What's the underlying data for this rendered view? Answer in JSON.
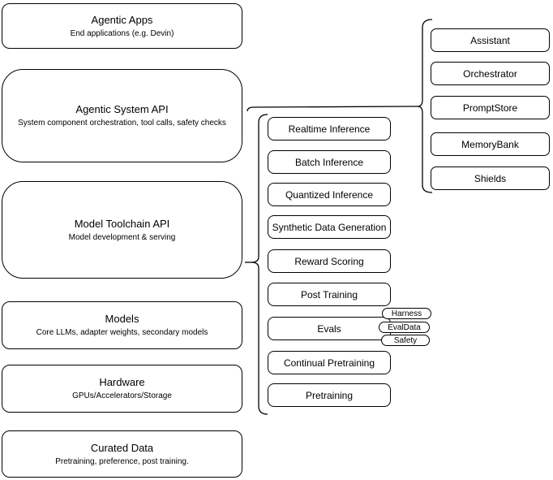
{
  "diagram": {
    "background": "#ffffff",
    "stroke_color": "#000000",
    "node_fill": "#ffffff",
    "stack_boxes": [
      {
        "title": "Agentic Apps",
        "subtitle": "End applications (e.g. Devin)"
      },
      {
        "title": "Agentic System API",
        "subtitle": "System component orchestration, tool calls, safety checks"
      },
      {
        "title": "Model Toolchain API",
        "subtitle": "Model development & serving"
      },
      {
        "title": "Models",
        "subtitle": "Core LLMs, adapter weights, secondary models"
      },
      {
        "title": "Hardware",
        "subtitle": "GPUs/Accelerators/Storage"
      },
      {
        "title": "Curated Data",
        "subtitle": "Pretraining, preference, post training."
      }
    ],
    "toolchain_items": [
      "Realtime Inference",
      "Batch Inference",
      "Quantized Inference",
      "Synthetic Data Generation",
      "Reward Scoring",
      "Post Training",
      "Evals",
      "Continual Pretraining",
      "Pretraining"
    ],
    "evals_tags": [
      "Harness",
      "EvalData",
      "Safety"
    ],
    "system_components": [
      "Assistant",
      "Orchestrator",
      "PromptStore",
      "MemoryBank",
      "Shields"
    ]
  }
}
